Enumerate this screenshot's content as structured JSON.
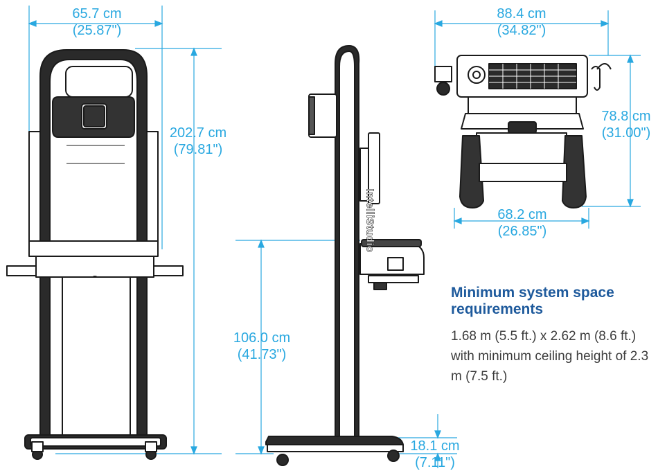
{
  "colors": {
    "dimension": "#29a8e0",
    "heading": "#1e5a9c",
    "body": "#3c3c3c",
    "drawing": "#1a1a1a"
  },
  "dimensions": {
    "front_width": {
      "metric": "65.7 cm",
      "imperial": "(25.87\")"
    },
    "front_height": {
      "metric": "202.7 cm",
      "imperial": "(79.81\")"
    },
    "side_height": {
      "metric": "106.0 cm",
      "imperial": "(41.73\")"
    },
    "base_height": {
      "metric": "18.1 cm",
      "imperial": "(7.11\")"
    },
    "top_width": {
      "metric": "88.4 cm",
      "imperial": "(34.82\")"
    },
    "top_depth": {
      "metric": "78.8 cm",
      "imperial": "(31.00\")"
    },
    "base_width": {
      "metric": "68.2 cm",
      "imperial": "(26.85\")"
    }
  },
  "brand_label": "IntelliStudio",
  "space_requirements": {
    "heading": "Minimum system space requirements",
    "text": "1.68 m (5.5 ft.) x 2.62 m (8.6 ft.) with minimum ceiling height of 2.3 m (7.5 ft.)"
  }
}
